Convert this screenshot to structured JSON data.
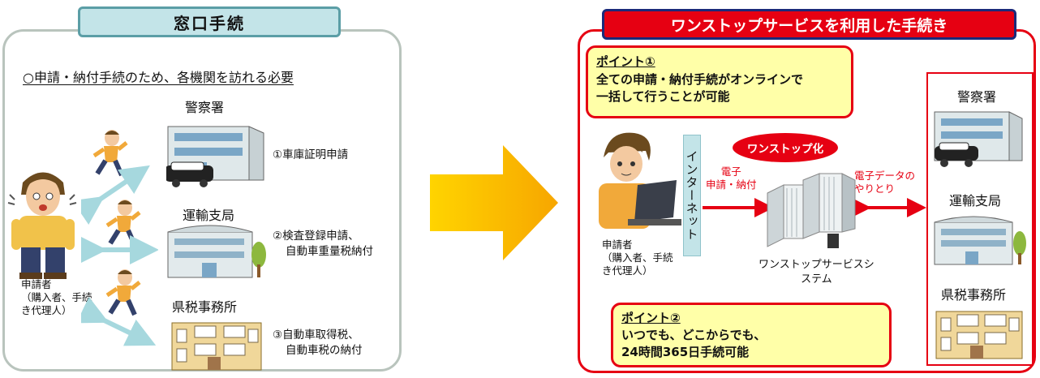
{
  "left": {
    "title": "窓口手続",
    "subtitle": "○申請・納付手続のため、各機関を訪れる必要",
    "agencies": [
      "警察署",
      "運輸支局",
      "県税事務所"
    ],
    "steps": [
      [
        "①車庫証明申請"
      ],
      [
        "②検査登録申請、",
        "自動車重量税納付"
      ],
      [
        "③自動車取得税、",
        "自動車税の納付"
      ]
    ],
    "applicant": [
      "申請者",
      "（購入者、手続",
      "き代理人）"
    ]
  },
  "right": {
    "title": "ワンストップサービスを利用した手続き",
    "point1": {
      "head": "ポイント①",
      "lines": [
        "全ての申請・納付手続がオンラインで",
        "一括して行うことが可能"
      ]
    },
    "point2": {
      "head": "ポイント②",
      "lines": [
        "いつでも、どこからでも、",
        "24時間365日手続可能"
      ]
    },
    "internet": "インターネット",
    "onestop_badge": "ワンストップ化",
    "e_application": [
      "電子",
      "申請・納付"
    ],
    "e_data": [
      "電子データの",
      "やりとり"
    ],
    "system_caption": [
      "ワンストップサービスシ",
      "ステム"
    ],
    "applicant": [
      "申請者",
      "（購入者、手続",
      "き代理人）"
    ],
    "agencies": [
      "警察署",
      "運輸支局",
      "県税事務所"
    ]
  },
  "colors": {
    "accent_red": "#e60012",
    "teal_light": "#c3e4e8",
    "arrow_orange": "#f7a600",
    "arrow_yellow": "#ffd400",
    "point_yellow": "#ffffa8"
  }
}
